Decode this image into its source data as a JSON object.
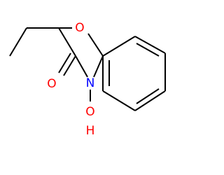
{
  "molecule": {
    "atoms": {
      "ring_oxygen": "O",
      "carbonyl_oxygen": "O",
      "ring_nitrogen": "N",
      "hydroxyl_o": "O",
      "hydroxyl_h": "H"
    },
    "colors": {
      "bond": "#000000",
      "oxygen": "#ff0000",
      "nitrogen": "#0000ff"
    }
  }
}
